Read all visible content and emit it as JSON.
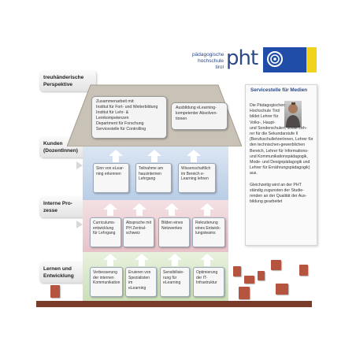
{
  "logo": {
    "line1": "pädagogische",
    "line2": "hochschule tirol",
    "brand": "pht",
    "emblem": "pht-emblem-icon"
  },
  "colors": {
    "brand_blue": "#1f4da8",
    "brand_yellow": "#f2d21a",
    "band_blue": "#c8d8ec",
    "band_pink": "#ecccd2",
    "band_green": "#d6e7c6",
    "brick": "#b5553f",
    "floor": "#7a3b2a"
  },
  "side_labels": [
    {
      "line1": "treuhänderische",
      "line2": "Perspektive"
    },
    {
      "line1": "Kunden",
      "line2": "(DozentInnen)"
    },
    {
      "line1": "Interne Pro-",
      "line2": "zesse"
    },
    {
      "line1": "Lernen und",
      "line2": "Entwicklung"
    }
  ],
  "roof": {
    "left_box": [
      "Zusammenarbeit mit:",
      "Institut für Fort- und Weiterbildung",
      "Institut für Lehr- & Lernkompetenzen",
      "Department für Forschung",
      "Servicestelle für Controlling"
    ],
    "right_box": [
      "Ausbildung eLearning-",
      "kompetenter Absolven-",
      "tinnen"
    ]
  },
  "customers": [
    {
      "lines": [
        "Sinn von eLear-",
        "ning erkennen"
      ]
    },
    {
      "lines": [
        "Teilnahme am",
        "hausinternen",
        "Lehrgang"
      ]
    },
    {
      "lines": [
        "Wissenschaftlich",
        "im Bereich e-",
        "Learning lehren"
      ]
    }
  ],
  "processes": [
    {
      "lines": [
        "Curriculums-",
        "entwicklung",
        "für Lehrgang"
      ]
    },
    {
      "lines": [
        "Absprache mit",
        "PH Zentral-",
        "schweiz"
      ]
    },
    {
      "lines": [
        "Bilden eines",
        "Netzwerkes"
      ]
    },
    {
      "lines": [
        "Rekrutierung",
        "eines Entwick-",
        "lungsteams"
      ]
    }
  ],
  "learning": [
    {
      "lines": [
        "Verbesserung",
        "der internen",
        "Kommunikation"
      ]
    },
    {
      "lines": [
        "Eruieren von",
        "Spezialisten im",
        "eLearning"
      ]
    },
    {
      "lines": [
        "Sensibilisie-",
        "rung für",
        "eLearning"
      ]
    },
    {
      "lines": [
        "Optimierung",
        "der IT-",
        "Infrastruktur"
      ]
    }
  ],
  "panel": {
    "title": "Servicestelle für Medien",
    "text_top": [
      "Die Pädagogischen",
      "Hochschule Tirol",
      "bildet Lehrer für",
      "Volks-, Haupt-",
      "und Sonderschulen, sowie Leh-",
      "rer für die Sekundarstufe II",
      "(BerufsschullehrerInnen, Lehrer für",
      "den technischen-gewerblichen",
      "Bereich, Lehrer für Informations-",
      "und Kommunikationspädagogik,",
      "Mode- und Designpädagogik und",
      "Lehrer für Ernährungspädagogik)",
      "aus."
    ],
    "text_bottom": [
      "Gleichzeitig wird an der PHT",
      "ständig zugunsten der Studie-",
      "renden an der Qualität der Aus-",
      "bildung gearbeitet"
    ]
  }
}
